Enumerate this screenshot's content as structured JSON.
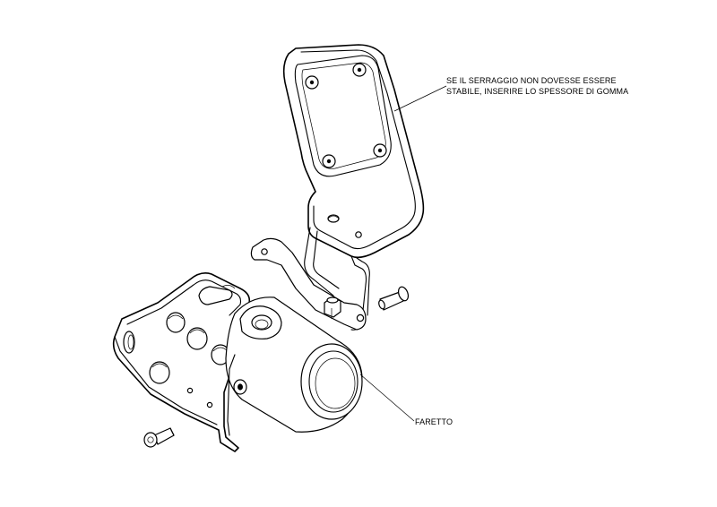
{
  "annotations": {
    "shim_note_line1": "SE IL SERRAGGIO NON DOVESSE ESSERE",
    "shim_note_line2": "STABILE, INSERIRE LO SPESSORE DI GOMMA",
    "spotlight_label": "FARETTO"
  }
}
